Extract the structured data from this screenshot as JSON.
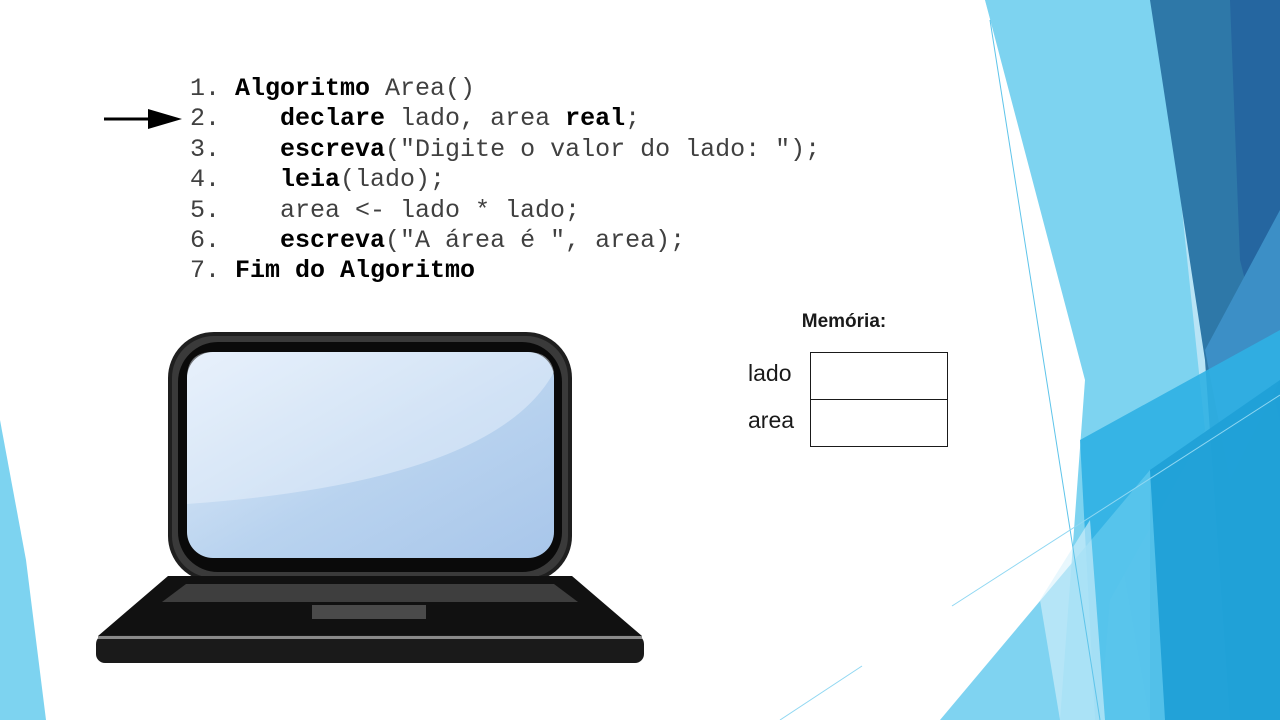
{
  "code": {
    "lines": [
      [
        {
          "t": "1. ",
          "b": false
        },
        {
          "t": "Algoritmo",
          "b": true
        },
        {
          "t": " Area()",
          "b": false
        }
      ],
      [
        {
          "t": "2.    ",
          "b": false
        },
        {
          "t": "declare",
          "b": true
        },
        {
          "t": " lado, area ",
          "b": false
        },
        {
          "t": "real",
          "b": true
        },
        {
          "t": ";",
          "b": false
        }
      ],
      [
        {
          "t": "3.    ",
          "b": false
        },
        {
          "t": "escreva",
          "b": true
        },
        {
          "t": "(\"Digite o valor do lado: \");",
          "b": false
        }
      ],
      [
        {
          "t": "4.    ",
          "b": false
        },
        {
          "t": "leia",
          "b": true
        },
        {
          "t": "(lado);",
          "b": false
        }
      ],
      [
        {
          "t": "5.    area <- lado * lado;",
          "b": false
        }
      ],
      [
        {
          "t": "6.    ",
          "b": false
        },
        {
          "t": "escreva",
          "b": true
        },
        {
          "t": "(\"A área é \", area);",
          "b": false
        }
      ],
      [
        {
          "t": "7. ",
          "b": false
        },
        {
          "t": "Fim do Algoritmo",
          "b": true
        }
      ]
    ],
    "current_line": 2
  },
  "memory": {
    "title": "Memória:",
    "variables": [
      {
        "name": "lado",
        "value": ""
      },
      {
        "name": "area",
        "value": ""
      }
    ]
  },
  "icons": {
    "pointer": "arrow-right-icon",
    "computer": "laptop-icon"
  },
  "colors": {
    "keyword": "#000000",
    "code_text": "#404040",
    "accent_light": "#7dd3f0",
    "accent_mid": "#3bb5e6",
    "accent_dark": "#2a6fa0",
    "laptop_screen": "#c5dbf1"
  }
}
